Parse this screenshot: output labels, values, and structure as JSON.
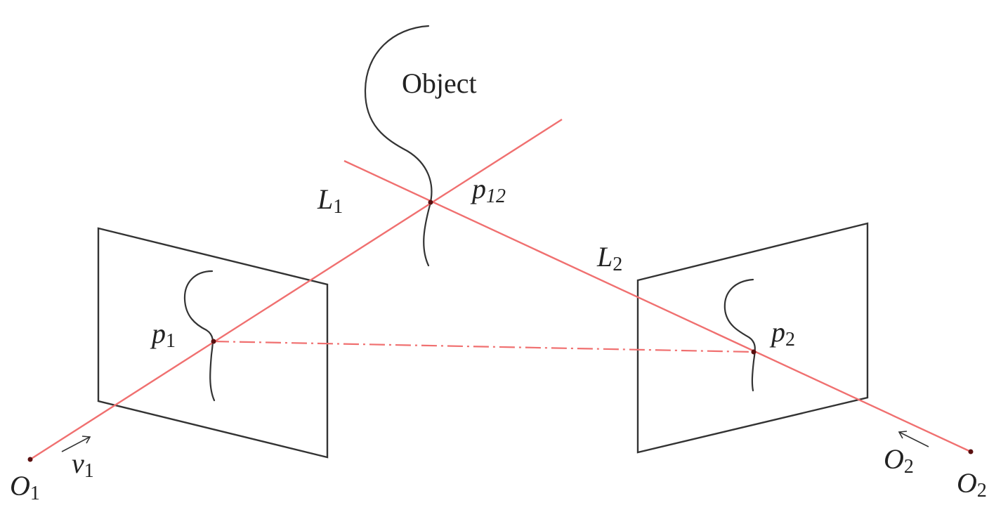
{
  "object_label": "Object",
  "labels": {
    "L1": {
      "main": "L",
      "sub": "1"
    },
    "L2": {
      "main": "L",
      "sub": "2"
    },
    "p12": {
      "main": "p",
      "sub": "12"
    },
    "p1": {
      "main": "p",
      "sub": "1"
    },
    "p2": {
      "main": "p",
      "sub": "2"
    },
    "O1": {
      "main": "O",
      "sub": "1"
    },
    "O2": {
      "main": "O",
      "sub": "2"
    },
    "O2_small": {
      "main": "O",
      "sub": "2"
    },
    "v1": {
      "main": "v",
      "sub": "1"
    }
  },
  "colors": {
    "ray": "#f07070",
    "outline": "#333333",
    "point": "#5a1010"
  }
}
